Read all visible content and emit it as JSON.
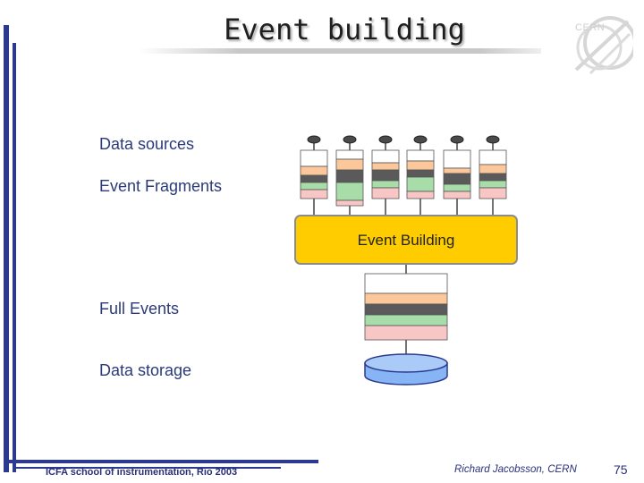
{
  "slide": {
    "title": "Event building",
    "logo_text": "CERN"
  },
  "labels": {
    "data_sources": "Data sources",
    "event_fragments": "Event Fragments",
    "event_building": "Event Building",
    "full_events": "Full Events",
    "data_storage": "Data storage"
  },
  "footer": {
    "left": "ICFA school of instrumentation, Rio 2003",
    "right": "Richard Jacobsson, CERN",
    "page": "75"
  },
  "colors": {
    "accent_blue": "#2b3a8f",
    "event_building_fill": "#ffcc00",
    "fragment_white": "#ffffff",
    "fragment_orange": "#fcc79b",
    "fragment_dark": "#5a5a5a",
    "fragment_green": "#a8dca8",
    "fragment_pink": "#f9c6c6",
    "storage_fill": "#86b4f4"
  }
}
